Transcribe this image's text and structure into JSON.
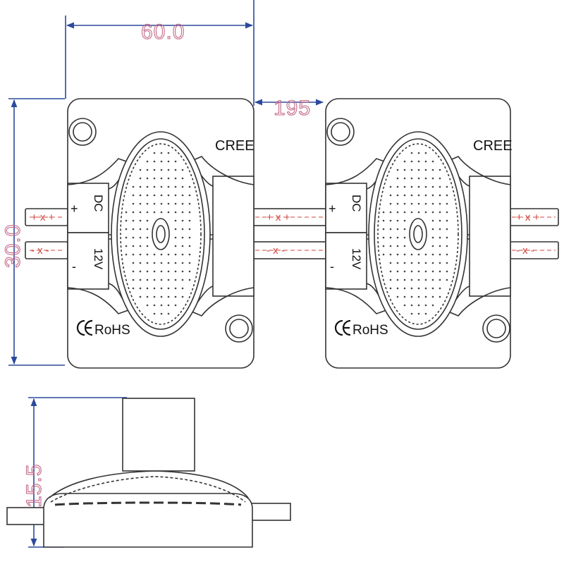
{
  "dimensions": {
    "width": "60.0",
    "gap": "195",
    "height": "30.0",
    "thickness": "15.5"
  },
  "module_labels": {
    "brand": "CREE",
    "dc": "DC",
    "voltage": "12V",
    "plus": "+",
    "minus": "-",
    "rohs": "RoHS",
    "ce": "CE"
  },
  "wire_marks": {
    "positive": "+ x +",
    "negative": "- x -"
  },
  "colors": {
    "dimension_line": "#2b4a9c",
    "dimension_text": "#c46a8a",
    "outline": "#333333",
    "wire_red": "#d2463c"
  },
  "icons": [
    "ce-mark-icon",
    "mounting-hole-icon",
    "led-lens-icon"
  ]
}
